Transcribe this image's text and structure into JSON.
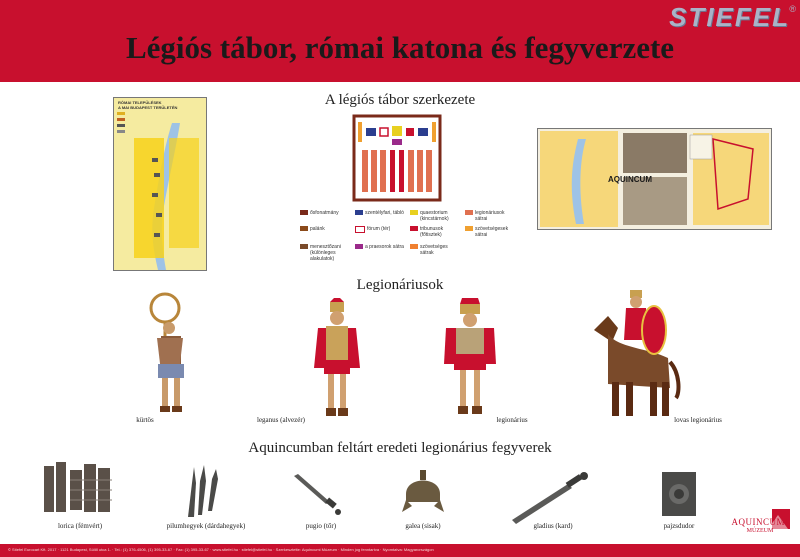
{
  "brand": {
    "logo_text": "STIEFEL",
    "logo_reg": "®"
  },
  "title": "Légiós tábor, római katona és fegyverzete",
  "sections": {
    "camp": "A légiós tábor szerkezete",
    "legionaries": "Legionáriusok",
    "weapons": "Aquincumban feltárt eredeti legionárius fegyverek"
  },
  "map_budapest": {
    "title_line1": "RÓMAI TELEPÜLÉSEK",
    "title_line2": "A MAI BUDAPEST TERÜLETÉN"
  },
  "map_aquincum": {
    "label": "AQUINCUM"
  },
  "camp_legend": [
    {
      "label": "ősfonatmány",
      "color": "#7a2a1a"
    },
    {
      "label": "szentélyfari, tábló",
      "color": "#2b3e8f"
    },
    {
      "label": "quaestorium (kincstárnok)",
      "color": "#e8d020"
    },
    {
      "label": "legionáriusok sátrai",
      "color": "#e07050"
    },
    {
      "label": "palánk",
      "color": "#8b4a1a"
    },
    {
      "label": "fórum (tér)",
      "color": "#ffffff"
    },
    {
      "label": "tribunusok (főtisztek)",
      "color": "#c8102e"
    },
    {
      "label": "szövetségesek sátrai",
      "color": "#f0a030"
    },
    {
      "label": "menesztőzani (különleges alakulatok)",
      "color": "#7a4a2a"
    },
    {
      "label": "a praesorok sátra",
      "color": "#9a2a8a"
    },
    {
      "label": "szövetséges sátrak",
      "color": "#f08030"
    }
  ],
  "soldiers": [
    {
      "caption": "kürtös"
    },
    {
      "caption": "leganus (alvezér)"
    },
    {
      "caption": "legionárius"
    },
    {
      "caption": "lovas legionárius"
    }
  ],
  "weapons": [
    {
      "caption": "lorica (fémvért)"
    },
    {
      "caption": "pilumhegyek (dárdahegyek)"
    },
    {
      "caption": "pugio (tőr)"
    },
    {
      "caption": "galea (sisak)"
    },
    {
      "caption": "gladius (kard)"
    },
    {
      "caption": "pajzsdudor"
    }
  ],
  "museum": {
    "name": "AQUINCUMI",
    "sub": "MÚZEUM"
  },
  "footer": "© Stiefel Eurocart Kft. 2017 · 1121 Budapest, Süllő utca 1. · Tel.: (1) 376-4506, (1) 395-33-67 · Fax: (1) 395-33-67 · www.stiefel.hu · stiefel@stiefel.hu · Szerkesztette: Aquincumi Múzeum · Minden jog fenntartva · Nyomtatva: Magyarországon"
}
